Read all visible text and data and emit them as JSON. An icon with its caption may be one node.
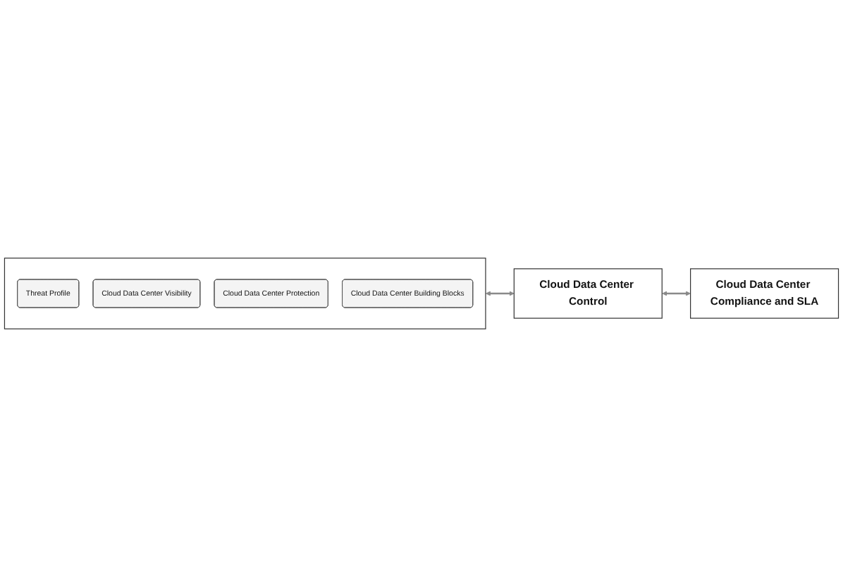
{
  "diagram": {
    "nodes": [
      {
        "text": [],
        "shape": "box"
      },
      {
        "text": [
          "Threat Profile"
        ],
        "in": 0
      },
      {
        "text": [
          "Cloud Data Center Visibility"
        ],
        "in": 0
      },
      {
        "text": [
          "Cloud Data Center Protection"
        ],
        "in": 0
      },
      {
        "text": [
          "Cloud Data Center Building Blocks"
        ],
        "in": 0
      },
      {
        "text": [
          "Cloud Data Center Control"
        ]
      },
      {
        "text": [
          "Cloud Data Center Compliance and SLA"
        ]
      }
    ],
    "edges": [
      {
        "from": 0,
        "to": 5,
        "arrow": "both"
      },
      {
        "from": 5,
        "to": 6,
        "arrow": "both"
      }
    ]
  }
}
